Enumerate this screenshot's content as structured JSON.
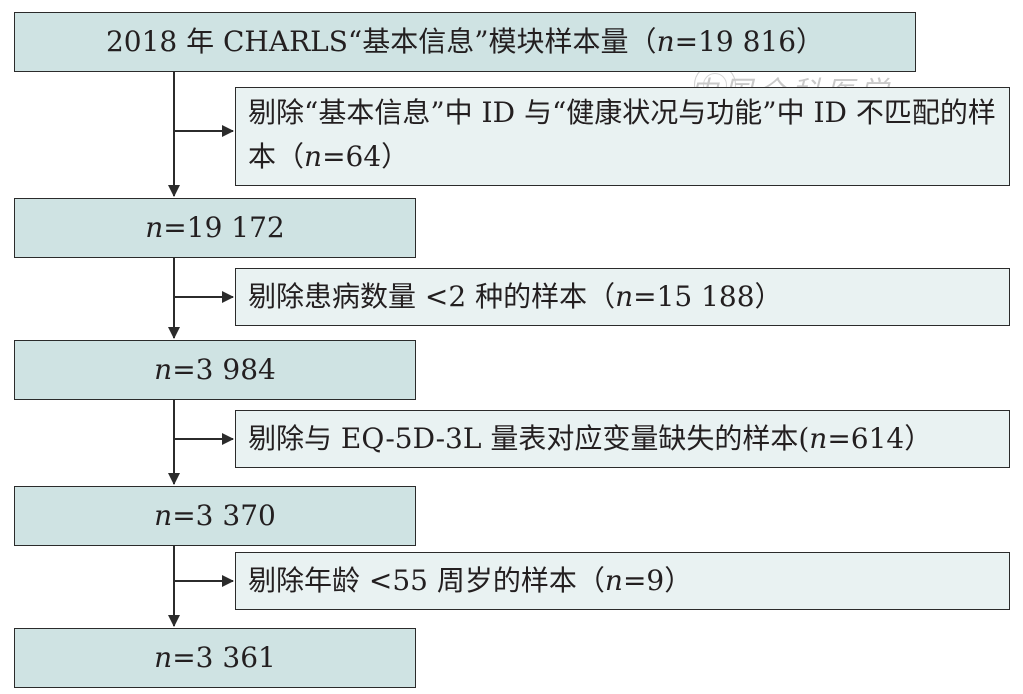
{
  "watermark": "中国全科医学",
  "flow": {
    "start": "2018 年 CHARLS“基本信息”模块样本量（n=19 816）",
    "exclude1": "剔除“基本信息”中 ID 与“健康状况与功能”中 ID 不匹配的样本（n=64）",
    "step1": "n=19 172",
    "exclude2": "剔除患病数量 <2 种的样本（n=15 188）",
    "step2": "n=3 984",
    "exclude3": "剔除与 EQ-5D-3L 量表对应变量缺失的样本(n=614）",
    "step3": "n=3 370",
    "exclude4": "剔除年龄 <55 周岁的样本（n=9）",
    "step4": "n=3 361"
  },
  "colors": {
    "main_box_fill": "#cfe3e3",
    "exclusion_box_fill": "#e9f2f2",
    "line": "#2b2b2b"
  }
}
